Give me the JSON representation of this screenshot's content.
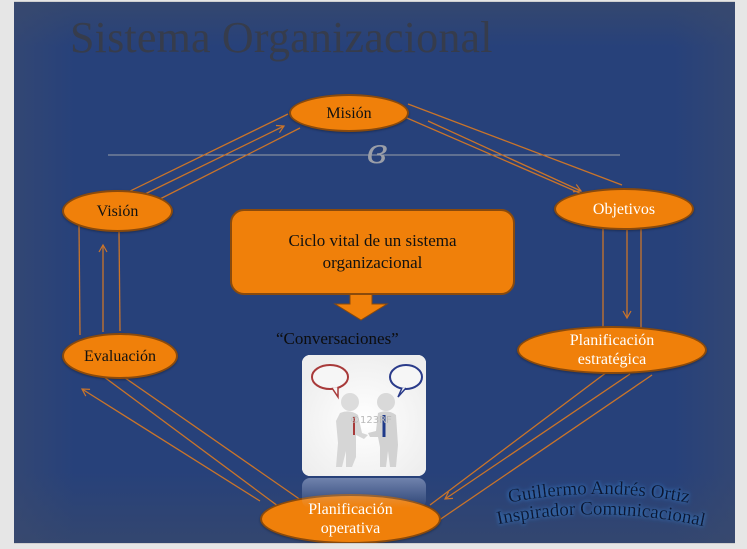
{
  "slide": {
    "title": "Sistema Organizacional",
    "ornament_glyph": "ɞ",
    "nodes": {
      "mision": "Misión",
      "vision": "Visión",
      "objetivos": "Objetivos",
      "evaluacion": "Evaluación",
      "planificacion_estrategica": [
        "Planificación",
        "estratégica"
      ],
      "planificacion_operativa": [
        "Planificación",
        "operativa"
      ]
    },
    "center_box": [
      "Ciclo vital de un sistema",
      "organizacional"
    ],
    "caption": "“Conversaciones”",
    "image": {
      "description": "two-figures-handshake-speech-bubbles",
      "watermark": "©123RF"
    },
    "signature": [
      "Guillermo Andrés Ortiz",
      "Inspirador Comunicacional"
    ],
    "colors": {
      "background": "#27417a",
      "node_fill": "#f0800a",
      "node_border": "#8a4a0c",
      "connector": "#c9742a",
      "title": "#363c4c"
    }
  }
}
